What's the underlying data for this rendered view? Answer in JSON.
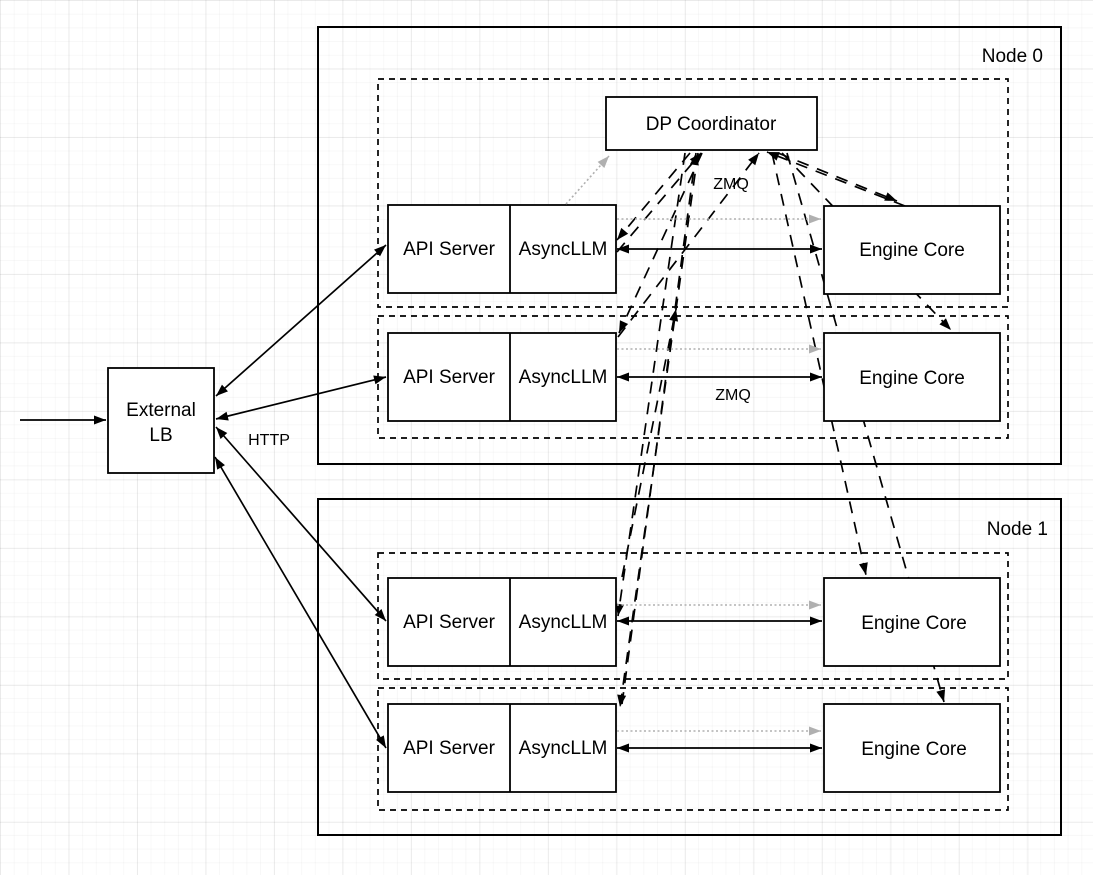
{
  "nodes": [
    {
      "label": "Node 0",
      "coordinator": "DP Coordinator",
      "groups": [
        {
          "api": "API Server",
          "llm": "AsyncLLM",
          "engine": "Engine Core"
        },
        {
          "api": "API Server",
          "llm": "AsyncLLM",
          "engine": "Engine Core"
        }
      ]
    },
    {
      "label": "Node 1",
      "groups": [
        {
          "api": "API Server",
          "llm": "AsyncLLM",
          "engine": "Engine Core"
        },
        {
          "api": "API Server",
          "llm": "AsyncLLM",
          "engine": "Engine Core"
        }
      ]
    }
  ],
  "external_lb": {
    "line1": "External",
    "line2": "LB"
  },
  "edge_labels": {
    "http": "HTTP",
    "zmq_coordinator": "ZMQ",
    "zmq_engine": "ZMQ"
  },
  "colors": {
    "stroke": "#000000",
    "dotted_link": "#b0b0b0",
    "box_fill": "#ffffff"
  }
}
